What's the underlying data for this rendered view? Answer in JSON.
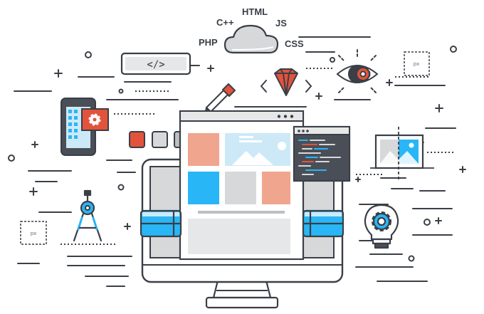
{
  "cloud_labels": {
    "html": "HTML",
    "cpp": "C++",
    "js": "JS",
    "php": "PHP",
    "css": "CSS"
  },
  "code_tag": "</>",
  "px_label_right": "px",
  "px_label_left": "px",
  "colors": {
    "outline": "#3a3f47",
    "blue": "#29b6f6",
    "salmon": "#f0a58f",
    "red_orange": "#e3533c",
    "gray_light": "#d7d8da",
    "gray_mid": "#bdbfc2",
    "sky_light": "#cde9f8"
  },
  "icons": [
    "cloud-icon",
    "code-tag-icon",
    "diamond-icon",
    "eye-gear-icon",
    "phone-settings-icon",
    "eyedropper-icon",
    "color-swatches-icon",
    "browser-monitor-icon",
    "code-editor-icon",
    "image-crop-icon",
    "drafting-compass-icon",
    "gear-bulb-icon"
  ]
}
